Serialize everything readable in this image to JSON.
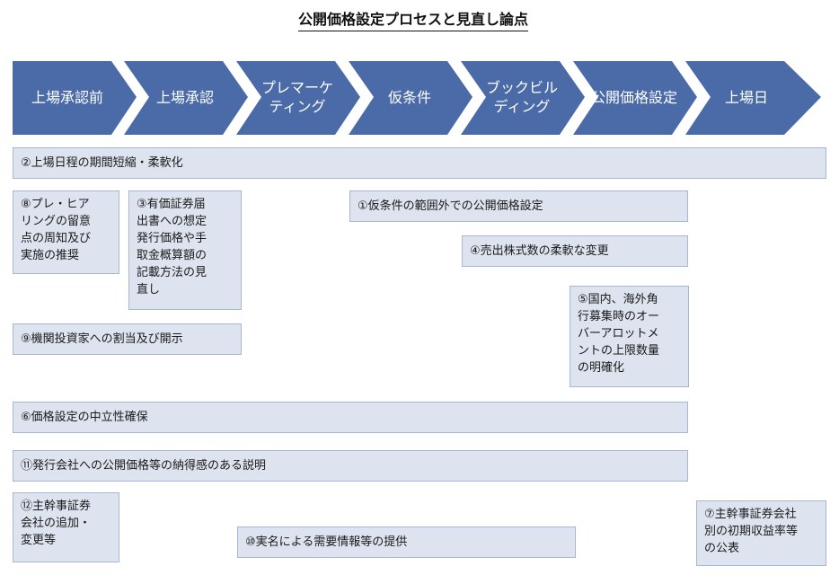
{
  "title": "公開価格設定プロセスと見直し論点",
  "process_steps": [
    {
      "label": "上場承認前"
    },
    {
      "label": "上場承認"
    },
    {
      "label": "プレマーケ\nティング"
    },
    {
      "label": "仮条件"
    },
    {
      "label": "ブックビル\nディング"
    },
    {
      "label": "公開価格設定"
    },
    {
      "label": "上場日"
    }
  ],
  "colors": {
    "arrow_fill": "#4a6ba8",
    "box_fill": "#dde3ef",
    "box_border": "#a7b6d3"
  },
  "issues": {
    "i2": "②上場日程の期間短縮・柔軟化",
    "i8": "⑧プレ・ヒア\nリングの留意\n点の周知及び\n実施の推奨",
    "i3": "③有価証券届\n出書への想定\n発行価格や手\n取金概算額の\n記載方法の見\n直し",
    "i1": "①仮条件の範囲外での公開価格設定",
    "i4": "④売出株式数の柔軟な変更",
    "i5": "⑤国内、海外⾓\n行募集時のオー\nバーアロットメ\nントの上限数量\nの明確化",
    "i9": "⑨機関投資家への割当及び開示",
    "i6": "⑥価格設定の中立性確保",
    "i11": "⑪発行会社への公開価格等の納得感のある説明",
    "i12": "⑫主幹事証券\n会社の追加・\n変更等",
    "i10": "⑩実名による需要情報等の提供",
    "i7": "⑦主幹事証券会社\n別の初期収益率等\nの公表"
  }
}
